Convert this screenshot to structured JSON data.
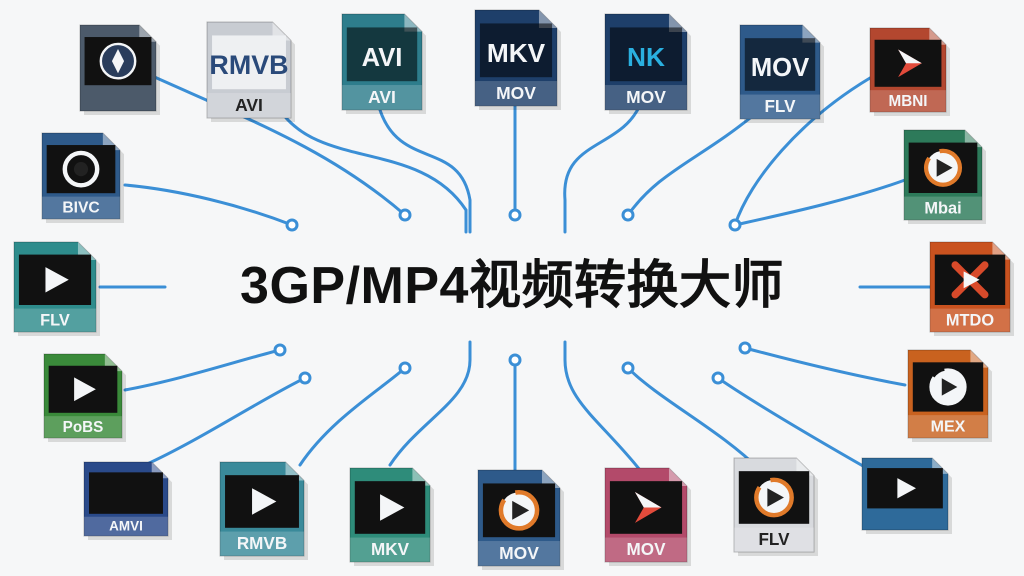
{
  "title": "3GP/MP4视频转换大师",
  "colors": {
    "line": "#3b8fd6",
    "title": "#111111",
    "background": "#f6f7f8"
  },
  "icons": [
    {
      "label": "",
      "top_text": "",
      "emblem": "aperture",
      "color": "#4c5a6a",
      "accent": "#2a3d5c"
    },
    {
      "label": "AVI",
      "top_text": "RMVB",
      "emblem": "none",
      "color": "#c8ccd2",
      "accent": "#2a4a7a"
    },
    {
      "label": "AVI",
      "top_text": "AVI",
      "emblem": "none",
      "color": "#2e7d8c",
      "accent": "#f4f6f8"
    },
    {
      "label": "MOV",
      "top_text": "MKV",
      "emblem": "none",
      "color": "#1e3f6a",
      "accent": "#f4f6f8"
    },
    {
      "label": "MOV",
      "top_text": "NK",
      "emblem": "none",
      "color": "#1e3f6a",
      "accent": "#2ab0e0"
    },
    {
      "label": "FLV",
      "top_text": "MOV",
      "emblem": "none",
      "color": "#2e5a8a",
      "accent": "#f4f6f8"
    },
    {
      "label": "MBNI",
      "top_text": "",
      "emblem": "play-arrow",
      "color": "#b3472f",
      "accent": "#e24b3b"
    },
    {
      "label": "BIVC",
      "top_text": "",
      "emblem": "ring",
      "color": "#2e5a8a",
      "accent": "#f4f6f8"
    },
    {
      "label": "Mbai",
      "top_text": "",
      "emblem": "ring-play",
      "color": "#2d7a5a",
      "accent": "#e07a2a"
    },
    {
      "label": "FLV",
      "top_text": "",
      "emblem": "play",
      "color": "#2e8c8c",
      "accent": "#f4f6f8"
    },
    {
      "label": "MTDO",
      "top_text": "",
      "emblem": "x-play",
      "color": "#c9521f",
      "accent": "#f4f6f8"
    },
    {
      "label": "PoBS",
      "top_text": "",
      "emblem": "play",
      "color": "#3a8a3a",
      "accent": "#f4f6f8"
    },
    {
      "label": "MEX",
      "top_text": "",
      "emblem": "ring-play",
      "color": "#c9621f",
      "accent": "#f4f6f8"
    },
    {
      "label": "AMVI",
      "top_text": "",
      "emblem": "none",
      "color": "#2a4a8a",
      "accent": "#f4f6f8"
    },
    {
      "label": "RMVB",
      "top_text": "",
      "emblem": "play",
      "color": "#3a8a9a",
      "accent": "#f4f6f8"
    },
    {
      "label": "MKV",
      "top_text": "",
      "emblem": "play",
      "color": "#2e8c7a",
      "accent": "#f4f6f8"
    },
    {
      "label": "MOV",
      "top_text": "",
      "emblem": "ring-play",
      "color": "#2e5a8a",
      "accent": "#e07a2a"
    },
    {
      "label": "MOV",
      "top_text": "",
      "emblem": "play-arrow",
      "color": "#b34a6a",
      "accent": "#e24b3b"
    },
    {
      "label": "FLV",
      "top_text": "",
      "emblem": "ring-play",
      "color": "#d8dade",
      "accent": "#e07a2a"
    },
    {
      "label": "",
      "top_text": "",
      "emblem": "play",
      "color": "#2e6a9a",
      "accent": "#f4f6f8"
    }
  ]
}
